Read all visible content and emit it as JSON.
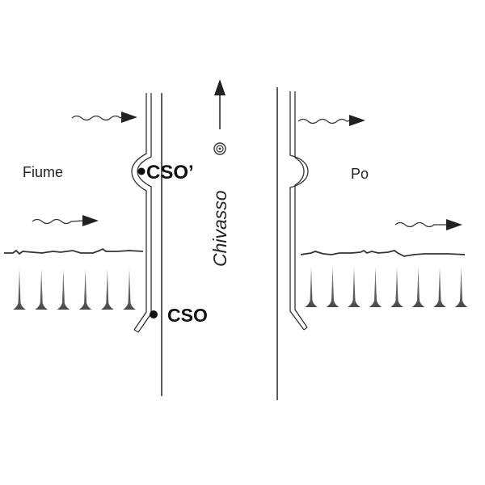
{
  "labels": {
    "left_area": "Fiume",
    "right_area": "Po",
    "overflow_upper": "CSO’",
    "overflow_lower": "CSO",
    "city": "Chivasso"
  },
  "icons": {
    "city_marker": "bullseye-icon",
    "flow_direction": "arrow-up-icon",
    "flow_wave": "wavy-arrow-right-icon",
    "vegetation": "spike-icon",
    "overflow_point": "filled-dot-icon"
  },
  "vegetation": {
    "left_count": 6,
    "right_count": 8
  },
  "colors": {
    "line": "#333333",
    "text": "#222222",
    "vegetation": "#5a5a5a"
  }
}
